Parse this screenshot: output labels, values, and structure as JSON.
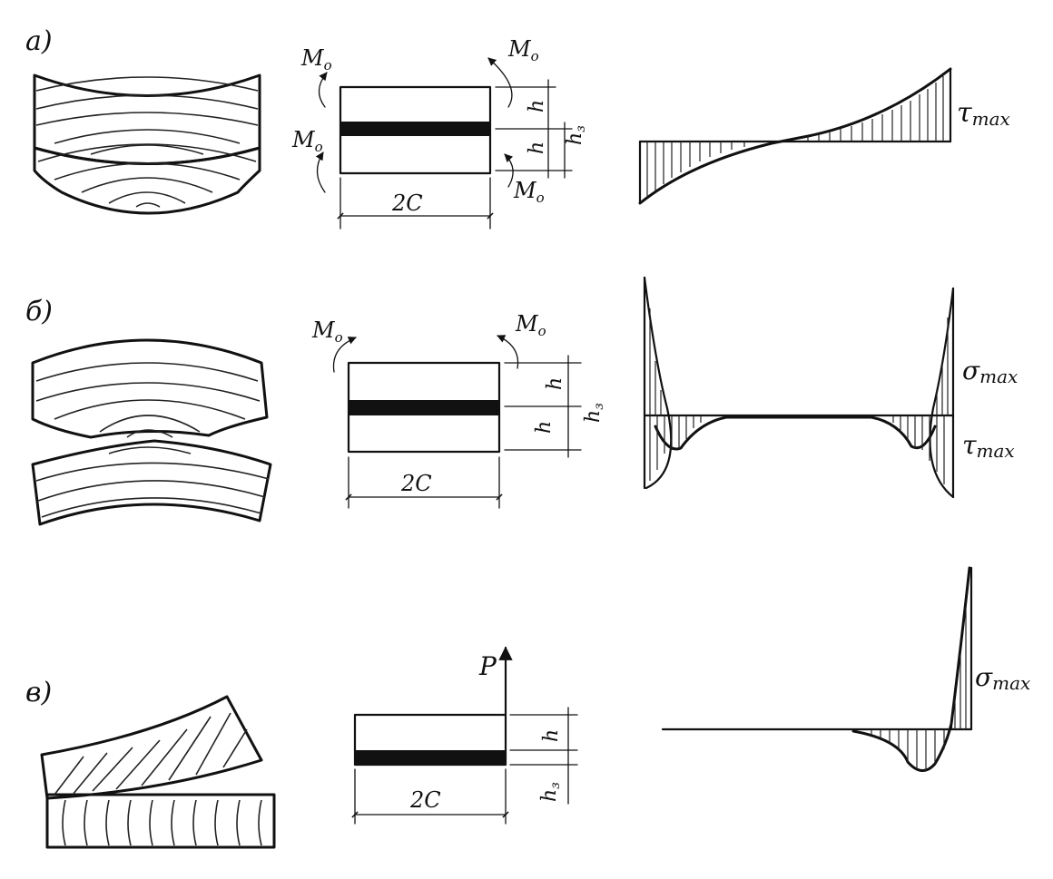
{
  "colors": {
    "ink": "#111111",
    "paper": "#ffffff"
  },
  "panels": [
    {
      "id": "a",
      "label": "а)",
      "loads": {
        "moment_top_left": "M",
        "moment_top_right": "M",
        "moment_bottom_left": "M",
        "moment_bottom_right": "M",
        "moment_sub": "o"
      },
      "dims": {
        "width": "2C",
        "h_top": "h",
        "h_bottom": "h",
        "h_total": "h",
        "h_total_sub": "з"
      },
      "stress_label": "τ",
      "stress_sub": "max"
    },
    {
      "id": "b",
      "label": "б)",
      "loads": {
        "moment_left": "M",
        "moment_right": "M",
        "moment_sub": "o"
      },
      "dims": {
        "width": "2C",
        "h_top": "h",
        "h_bottom": "h",
        "h_total": "h",
        "h_total_sub": "з"
      },
      "stress_label_1": "σ",
      "stress_sub_1": "max",
      "stress_label_2": "τ",
      "stress_sub_2": "max"
    },
    {
      "id": "c",
      "label": "в)",
      "loads": {
        "force": "P"
      },
      "dims": {
        "width": "2C",
        "h_top": "h",
        "h_adhesive": "h",
        "h_adhesive_sub": "з"
      },
      "stress_label": "σ",
      "stress_sub": "max"
    }
  ]
}
